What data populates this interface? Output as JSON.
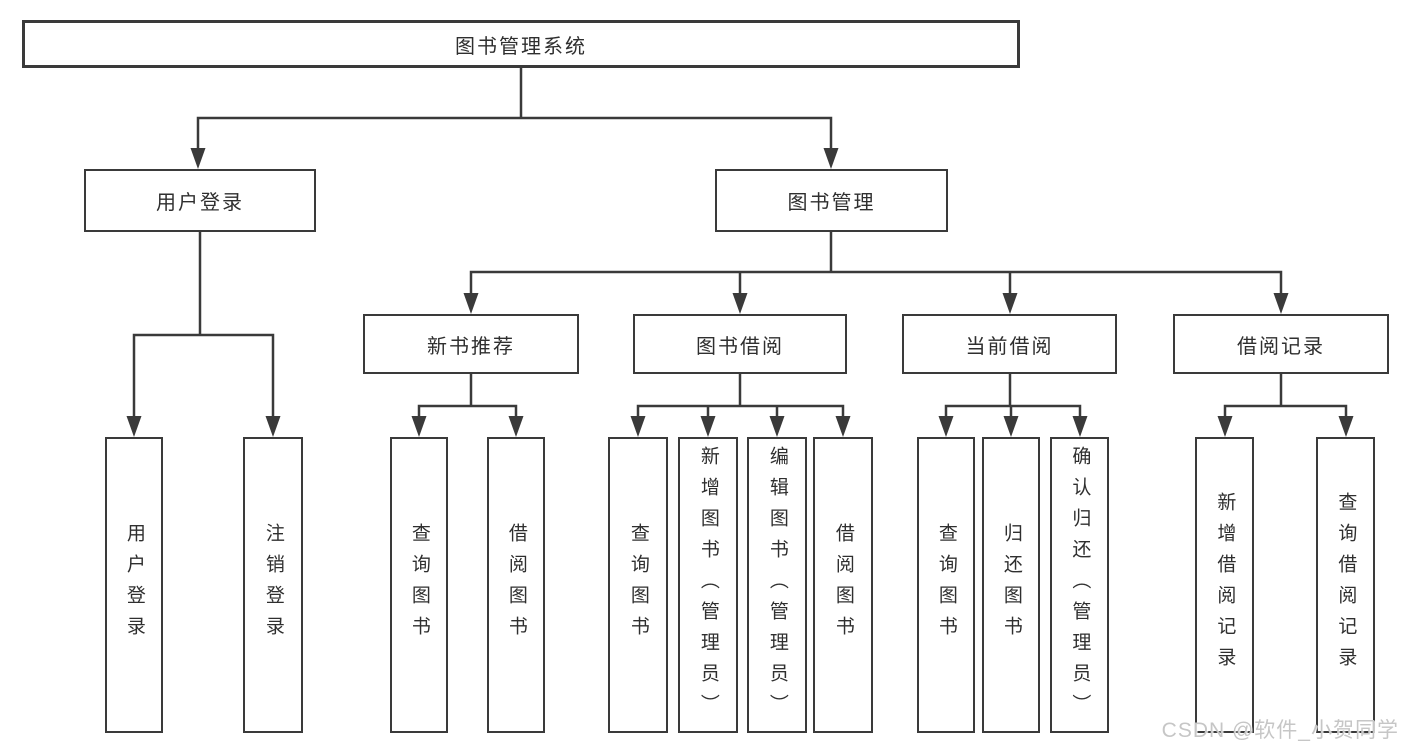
{
  "diagram": {
    "root": {
      "label": "图书管理系统"
    },
    "branches": [
      {
        "label": "用户登录",
        "children": [
          {
            "label": "用户登录"
          },
          {
            "label": "注销登录"
          }
        ]
      },
      {
        "label": "图书管理",
        "children": [
          {
            "label": "新书推荐",
            "children": [
              {
                "label": "查询图书"
              },
              {
                "label": "借阅图书"
              }
            ]
          },
          {
            "label": "图书借阅",
            "children": [
              {
                "label": "查询图书"
              },
              {
                "label": "新增图书（管理员）"
              },
              {
                "label": "编辑图书（管理员）"
              },
              {
                "label": "借阅图书"
              }
            ]
          },
          {
            "label": "当前借阅",
            "children": [
              {
                "label": "查询图书"
              },
              {
                "label": "归还图书"
              },
              {
                "label": "确认归还（管理员）"
              }
            ]
          },
          {
            "label": "借阅记录",
            "children": [
              {
                "label": "新增借阅记录"
              },
              {
                "label": "查询借阅记录"
              }
            ]
          }
        ]
      }
    ],
    "watermark": "CSDN @软件_小贺同学",
    "colors": {
      "line": "#3a3a3a",
      "box_border": "#3a3a3a",
      "box_background": "#ffffff",
      "text": "#2f2f2f",
      "watermark": "#c6c6c6"
    }
  }
}
